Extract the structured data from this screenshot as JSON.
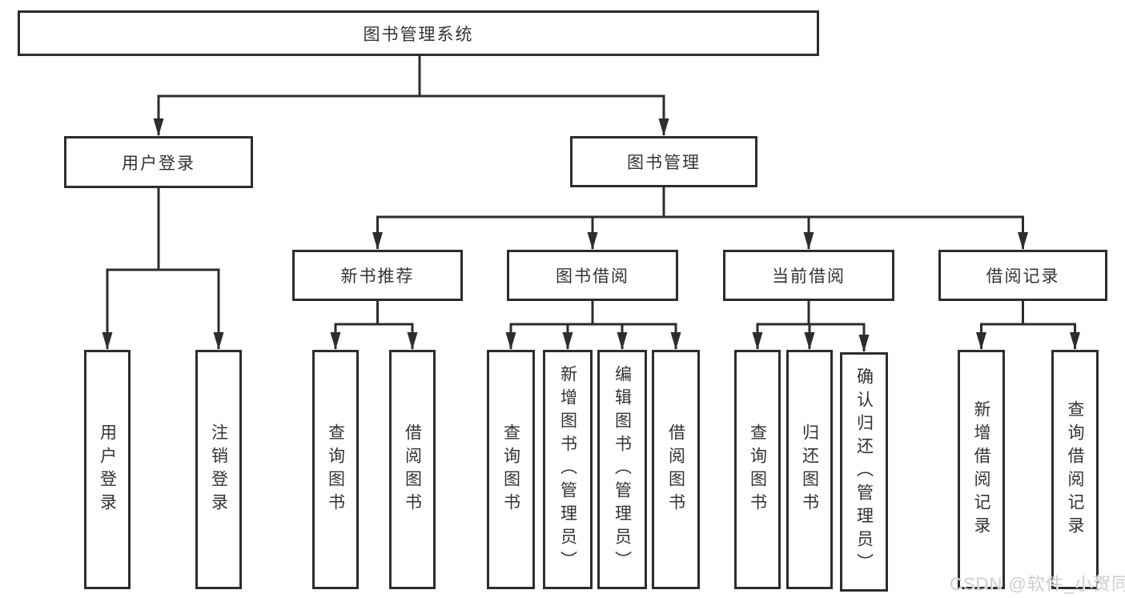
{
  "colors": {
    "line": "#2d2d2d",
    "text": "#333333",
    "background": "#ffffff",
    "watermark": "#c9ced2"
  },
  "watermark": {
    "text": "CSDN @软件_小贺同学"
  },
  "diagram": {
    "root": {
      "label": "图书管理系统"
    },
    "user_login": {
      "label": "用户登录",
      "children": {
        "login": "用户登录",
        "logout": "注销登录"
      }
    },
    "book_mgmt": {
      "label": "图书管理"
    },
    "new_book_rec": {
      "label": "新书推荐",
      "children": {
        "query_books": "查询图书",
        "borrow_books": "借阅图书"
      }
    },
    "book_borrow": {
      "label": "图书借阅",
      "children": {
        "query_books": "查询图书",
        "add_books": "新增图书（管理员）",
        "edit_books": "编辑图书（管理员）",
        "borrow_books": "借阅图书"
      }
    },
    "current_borrow": {
      "label": "当前借阅",
      "children": {
        "query_books": "查询图书",
        "return_books": "归还图书",
        "confirm_return": "确认归还（管理员）"
      }
    },
    "borrow_records": {
      "label": "借阅记录",
      "children": {
        "add_record": "新增借阅记录",
        "query_record": "查询借阅记录"
      }
    }
  }
}
